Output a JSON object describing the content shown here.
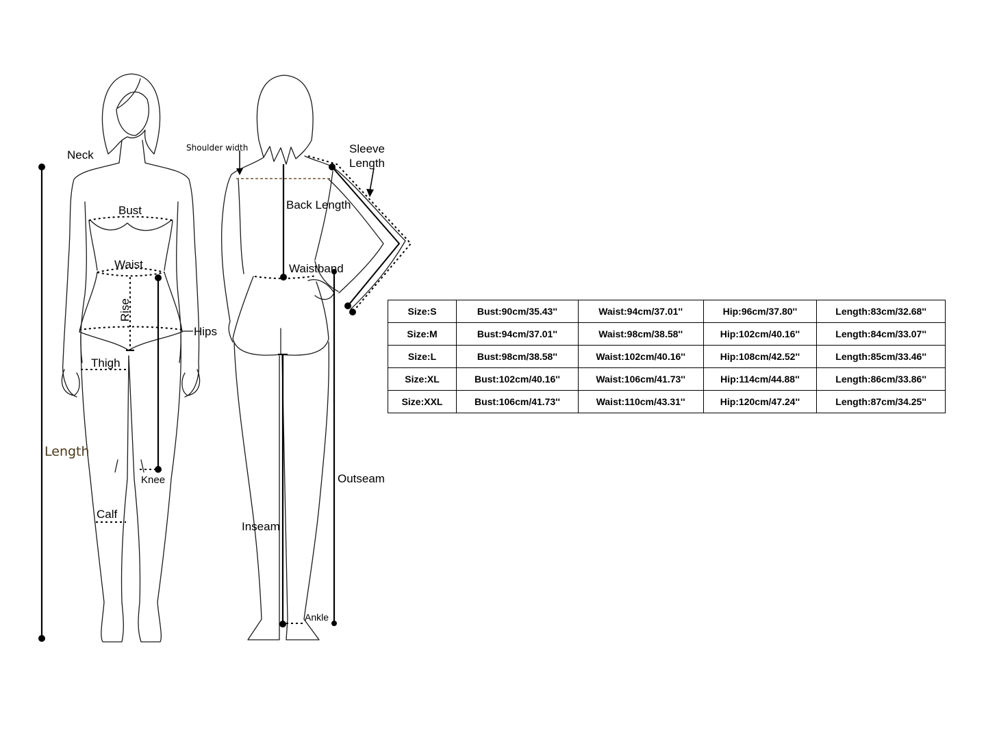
{
  "labels": {
    "neck": "Neck",
    "bust": "Bust",
    "waist": "Waist",
    "rise": "Rise",
    "hips": "Hips",
    "thigh": "Thigh",
    "knee": "Knee",
    "calf": "Calf",
    "length": "Length",
    "shoulder_width": "Shoulder width",
    "sleeve_length_line1": "Sleeve",
    "sleeve_length_line2": "Length",
    "back_length": "Back Length",
    "waistband": "Waistband",
    "outseam": "Outseam",
    "inseam": "Inseam",
    "ankle": "Ankle"
  },
  "size_table": [
    [
      "Size:S",
      "Bust:90cm/35.43''",
      "Waist:94cm/37.01''",
      "Hip:96cm/37.80''",
      "Length:83cm/32.68''"
    ],
    [
      "Size:M",
      "Bust:94cm/37.01''",
      "Waist:98cm/38.58''",
      "Hip:102cm/40.16''",
      "Length:84cm/33.07''"
    ],
    [
      "Size:L",
      "Bust:98cm/38.58''",
      "Waist:102cm/40.16''",
      "Hip:108cm/42.52''",
      "Length:85cm/33.46''"
    ],
    [
      "Size:XL",
      "Bust:102cm/40.16''",
      "Waist:106cm/41.73''",
      "Hip:114cm/44.88''",
      "Length:86cm/33.86''"
    ],
    [
      "Size:XXL",
      "Bust:106cm/41.73''",
      "Waist:110cm/43.31''",
      "Hip:120cm/47.24''",
      "Length:87cm/34.25''"
    ]
  ],
  "colors": {
    "length_label": "#4a3a1a",
    "shoulder_guide": "#6b5530"
  }
}
